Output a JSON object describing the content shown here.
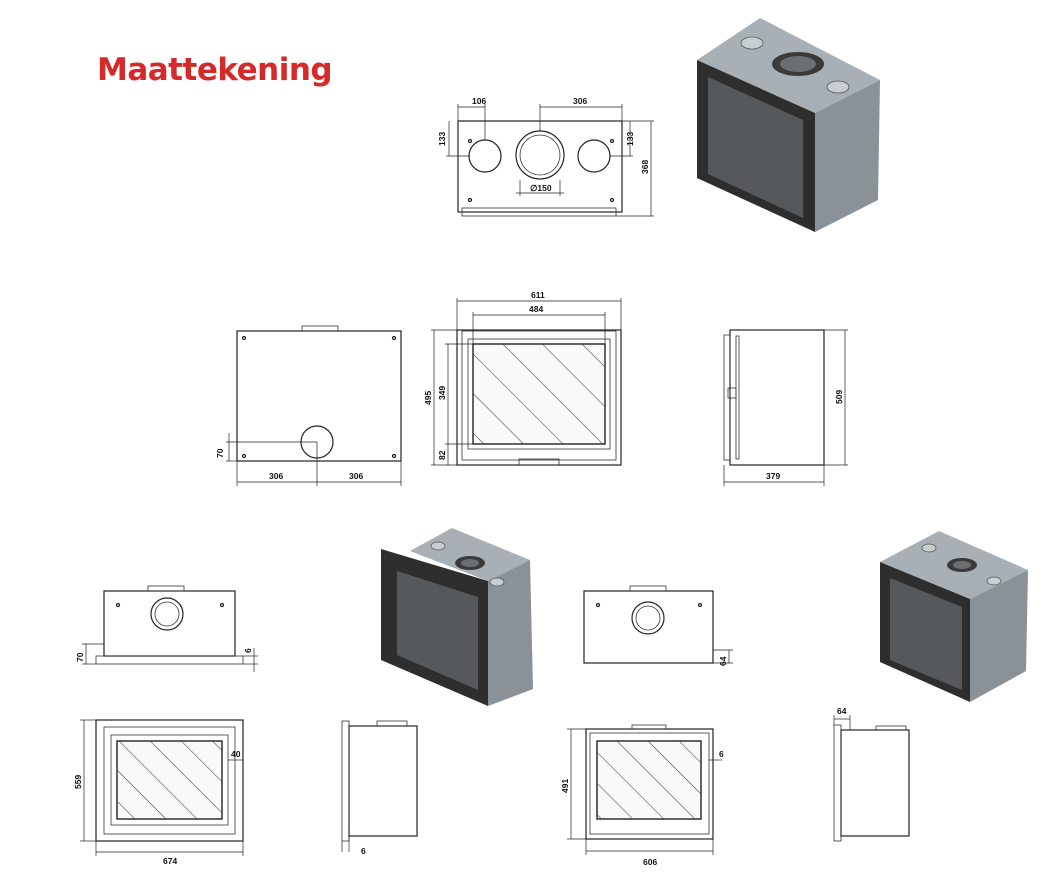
{
  "title": "Maattekening",
  "colors": {
    "title": "#d62a2a",
    "line": "#222222",
    "stone": "#8a9197"
  },
  "dimensions": {
    "top_view": {
      "left_offset": "106",
      "right_offset": "306",
      "edge_left": "133",
      "edge_right": "133",
      "depth": "368",
      "flue_diameter": "∅150"
    },
    "side_left": {
      "half_left": "306",
      "half_right": "306",
      "flue_height": "70"
    },
    "front": {
      "overall_width": "611",
      "inner_width": "484",
      "height": "495",
      "glass_height": "349",
      "bottom": "82"
    },
    "side_right": {
      "height": "509",
      "depth": "379"
    },
    "frame_a": {
      "top_offset": "70",
      "gap": "6",
      "side": "40",
      "height": "559",
      "width": "674",
      "bottom_gap": "6"
    },
    "frame_b": {
      "top_offset": "64",
      "gap": "6",
      "height": "491",
      "width": "606",
      "side_top": "64"
    }
  }
}
